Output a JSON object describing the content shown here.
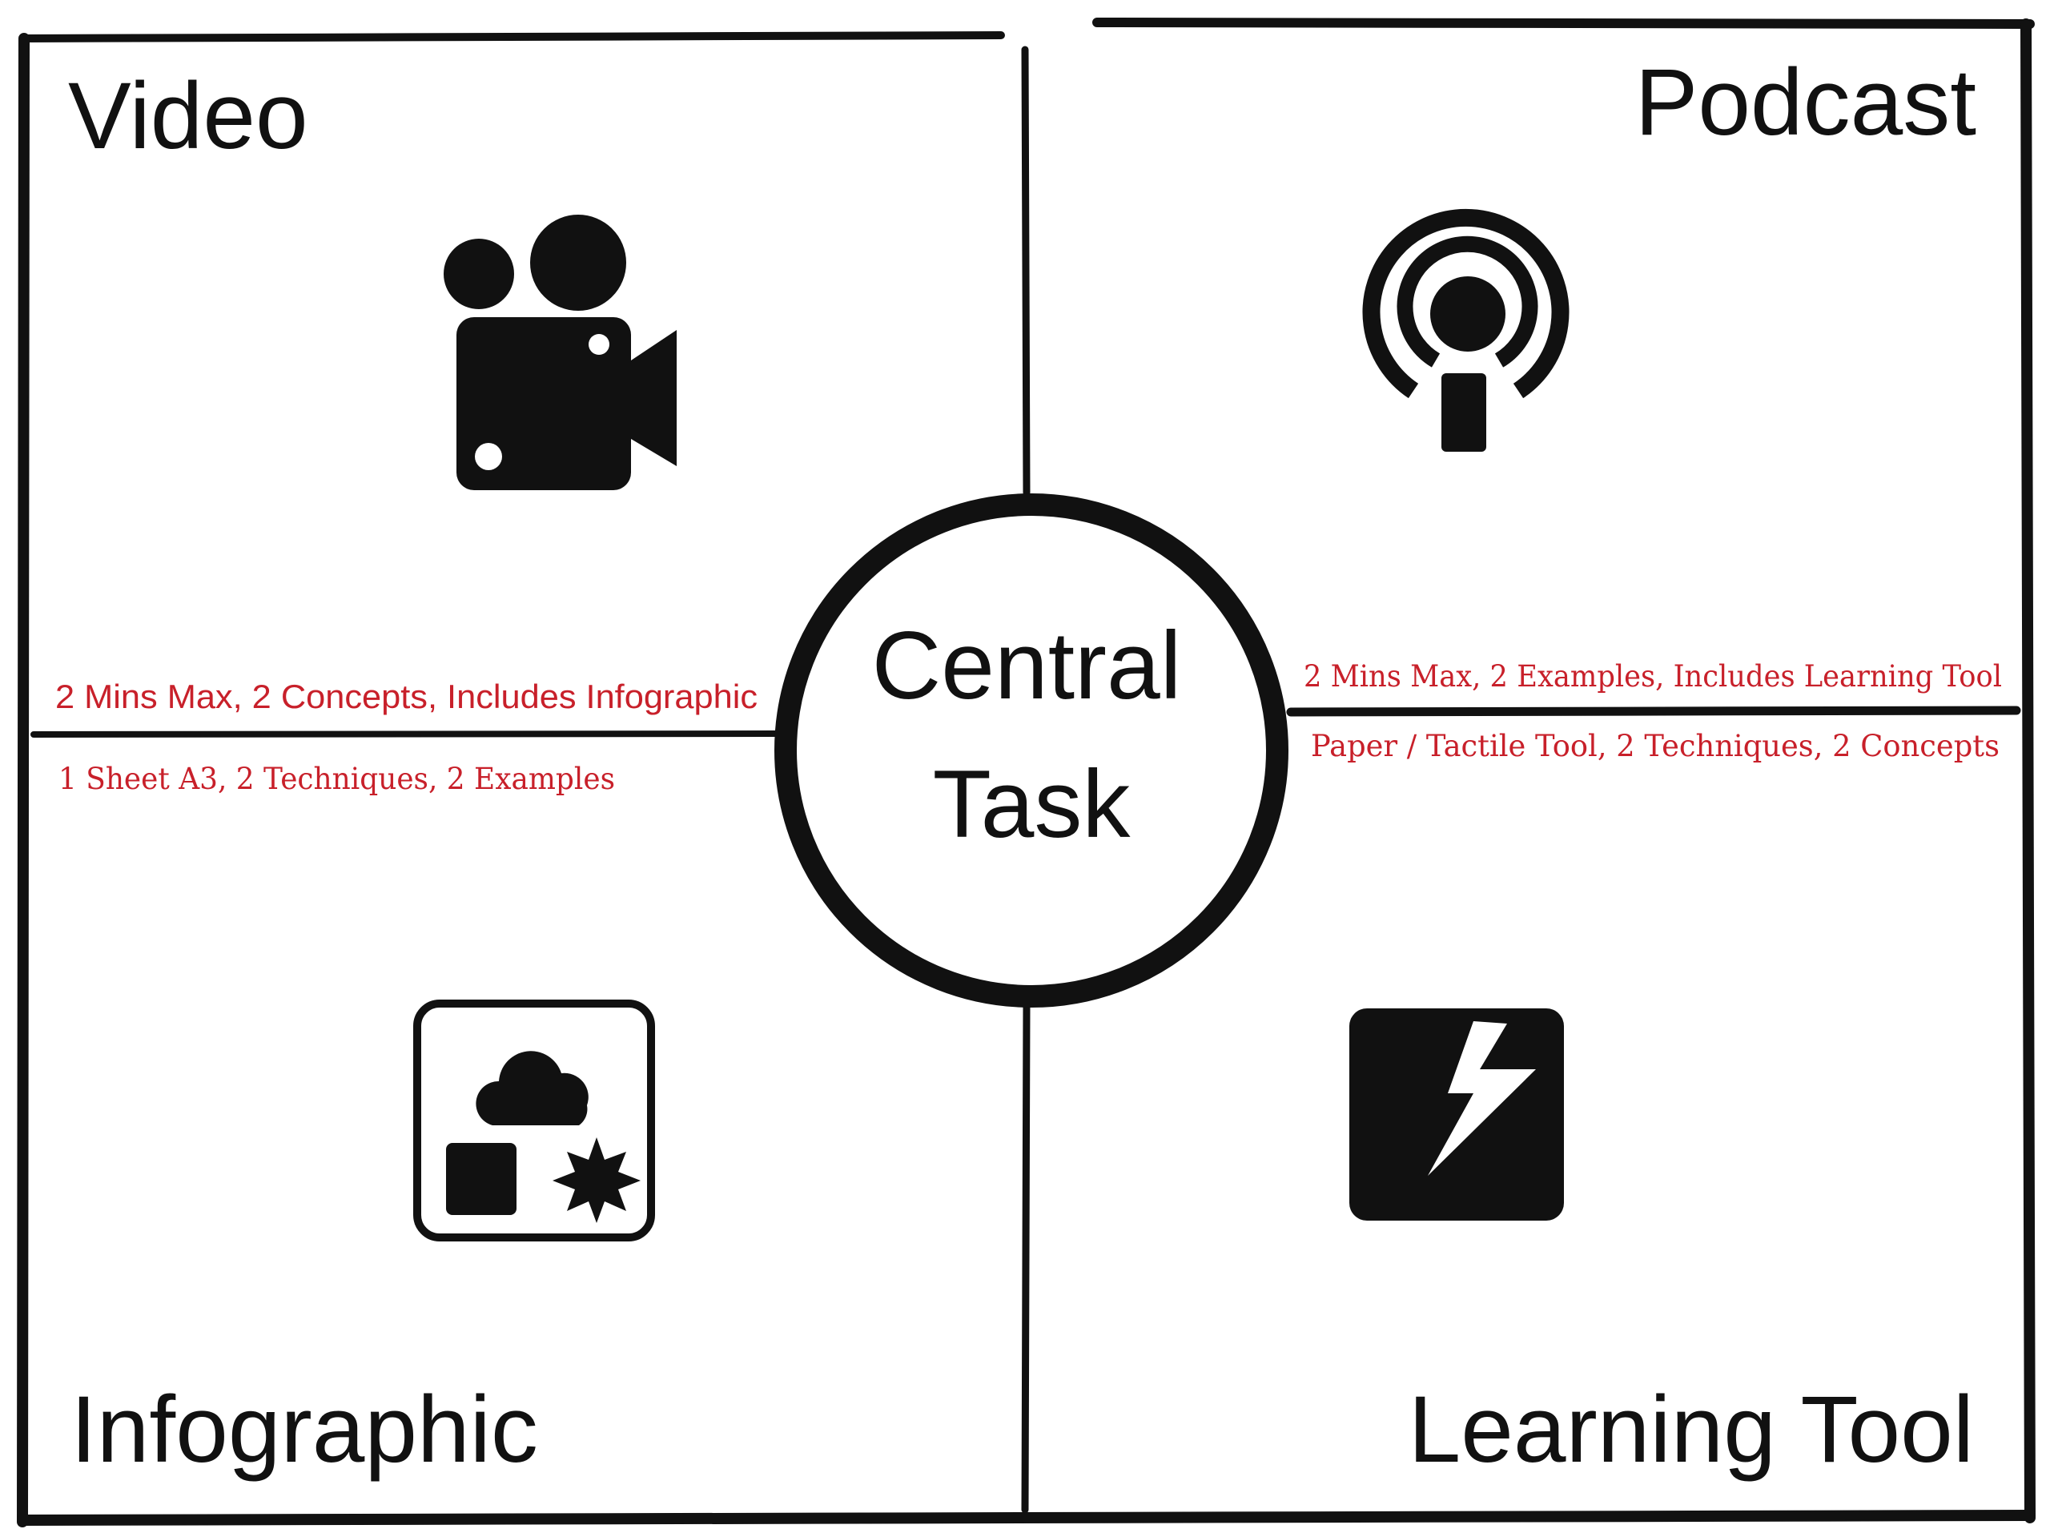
{
  "quadrants": {
    "video": {
      "title": "Video",
      "note": "2 Mins Max, 2 Concepts, Includes Infographic",
      "icon": "video-camera-icon"
    },
    "podcast": {
      "title": "Podcast",
      "note": "2 Mins Max, 2 Examples, Includes Learning Tool",
      "icon": "podcast-icon"
    },
    "infographic": {
      "title": "Infographic",
      "note": "1 Sheet A3, 2 Techniques, 2 Examples",
      "icon": "infographic-shapes-icon"
    },
    "learning_tool": {
      "title": "Learning Tool",
      "note": "Paper / Tactile Tool, 2 Techniques, 2 Concepts",
      "icon": "lightning-icon"
    }
  },
  "center": {
    "line1": "Central",
    "line2": "Task"
  },
  "colors": {
    "ink": "#111111",
    "note": "#c8202a"
  }
}
